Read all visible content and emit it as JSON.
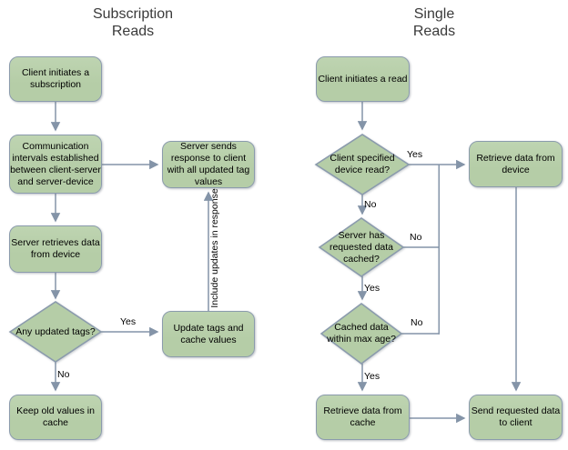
{
  "subscription_flow": {
    "title": "Subscription\nReads",
    "nodes": {
      "start": "Client initiates a\nsubscription",
      "intervals": "Communication\nintervals established\nbetween client-server\nand server-device",
      "retrieve": "Server retrieves data\nfrom device",
      "updated_tags": "Any updated tags?",
      "update_cache": "Update tags and\ncache values",
      "keep_old": "Keep old values in\ncache",
      "send_response": "Server sends\nresponse to client\nwith all updated tag\nvalues"
    },
    "labels": {
      "yes": "Yes",
      "no": "No",
      "include_updates": "Include updates in response"
    }
  },
  "single_flow": {
    "title": "Single\nReads",
    "nodes": {
      "start": "Client initiates a read",
      "device_read": "Client specified\ndevice read?",
      "retrieve_device": "Retrieve data from\ndevice",
      "cached": "Server has\nrequested data\ncached?",
      "max_age": "Cached data\nwithin max age?",
      "retrieve_cache": "Retrieve data from\ncache",
      "send_data": "Send requested data\nto client"
    },
    "labels": {
      "yes_device": "Yes",
      "no_device": "No",
      "no_cached": "No",
      "yes_cached": "Yes",
      "no_age": "No",
      "yes_age": "Yes"
    }
  },
  "colors": {
    "node_fill": "#b5cda7",
    "node_border": "#8b9bad",
    "connector": "#8494a8",
    "title_text": "#3a3a3a",
    "label_text": "#000000"
  }
}
